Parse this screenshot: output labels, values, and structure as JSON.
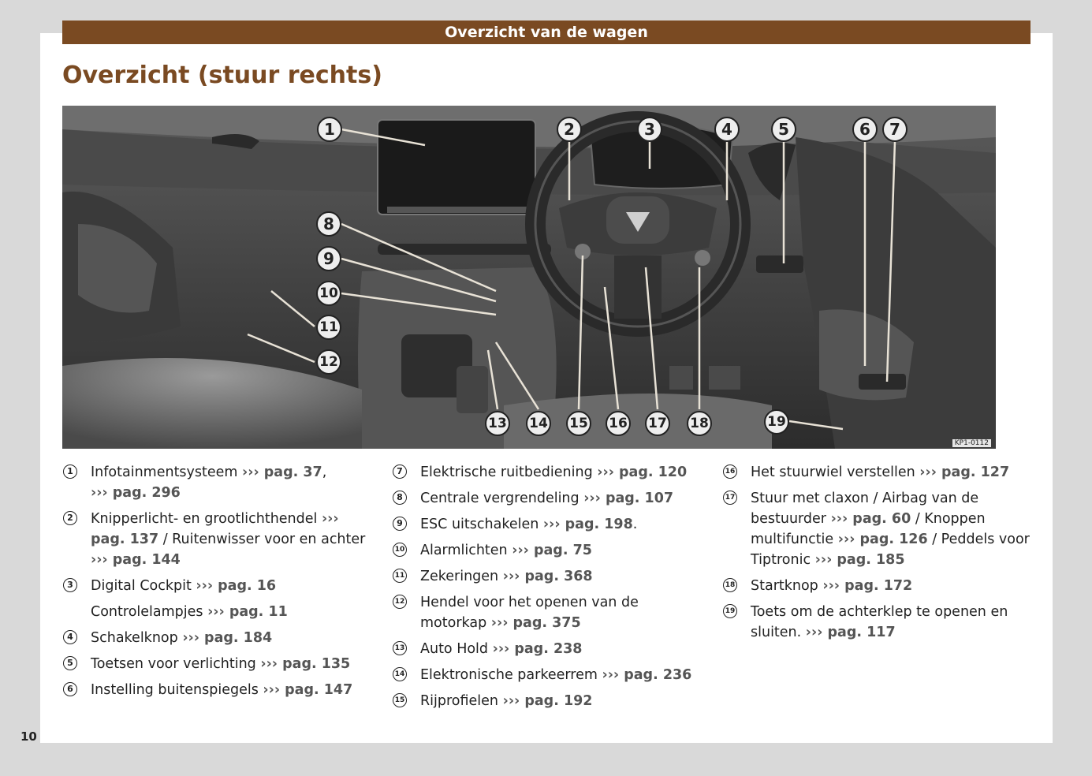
{
  "header": {
    "section_title": "Overzicht van de wagen"
  },
  "page_title": "Overzicht (stuur rechts)",
  "figure": {
    "image_code": "KP1-0112",
    "callouts": [
      "1",
      "2",
      "3",
      "4",
      "5",
      "6",
      "7",
      "8",
      "9",
      "10",
      "11",
      "12",
      "13",
      "14",
      "15",
      "16",
      "17",
      "18",
      "19"
    ]
  },
  "legend": {
    "col1": [
      {
        "num": "1",
        "text": "Infotainmentsysteem",
        "ref": "››› pag. 37",
        "tail": ",",
        "ref2": "››› pag. 296"
      },
      {
        "num": "2",
        "text": "Knipperlicht- en grootlichthendel",
        "ref": "››› pag. 137",
        "text2": " / Ruitenwisser voor en achter",
        "ref2": "››› pag. 144"
      },
      {
        "num": "3",
        "text": "Digital Cockpit",
        "ref": "››› pag. 16"
      },
      {
        "num": "",
        "text": "Controlelampjes",
        "ref": "››› pag. 11"
      },
      {
        "num": "4",
        "text": "Schakelknop",
        "ref": "››› pag. 184"
      },
      {
        "num": "5",
        "text": "Toetsen voor verlichting",
        "ref": "››› pag. 135"
      },
      {
        "num": "6",
        "text": "Instelling buitenspiegels",
        "ref": "››› pag. 147"
      }
    ],
    "col2": [
      {
        "num": "7",
        "text": "Elektrische ruitbediening",
        "ref": "››› pag. 120"
      },
      {
        "num": "8",
        "text": "Centrale vergrendeling",
        "ref": "››› pag. 107"
      },
      {
        "num": "9",
        "text": "ESC uitschakelen",
        "ref": "››› pag. 198",
        "tail": "."
      },
      {
        "num": "10",
        "text": "Alarmlichten",
        "ref": "››› pag. 75"
      },
      {
        "num": "11",
        "text": "Zekeringen",
        "ref": "››› pag. 368"
      },
      {
        "num": "12",
        "text": "Hendel voor het openen van de motorkap",
        "ref": "››› pag. 375"
      },
      {
        "num": "13",
        "text": "Auto Hold",
        "ref": "››› pag. 238"
      },
      {
        "num": "14",
        "text": "Elektronische parkeerrem",
        "ref": "››› pag. 236"
      },
      {
        "num": "15",
        "text": "Rijprofielen",
        "ref": "››› pag. 192"
      }
    ],
    "col3": [
      {
        "num": "16",
        "text": "Het stuurwiel verstellen",
        "ref": "››› pag. 127"
      },
      {
        "num": "17",
        "text": "Stuur met claxon / Airbag van de bestuurder",
        "ref": "››› pag. 60",
        "text2": " / Knoppen multifunctie",
        "ref2": "››› pag. 126",
        "text3": " / Peddels voor Tiptronic",
        "ref3": "››› pag. 185"
      },
      {
        "num": "18",
        "text": "Startknop",
        "ref": "››› pag. 172"
      },
      {
        "num": "19",
        "text": "Toets om de achterklep te openen en sluiten.",
        "ref": "››› pag. 117"
      }
    ]
  },
  "page_number": "10",
  "colors": {
    "accent": "#7a4a22",
    "background": "#d9d9d9"
  }
}
